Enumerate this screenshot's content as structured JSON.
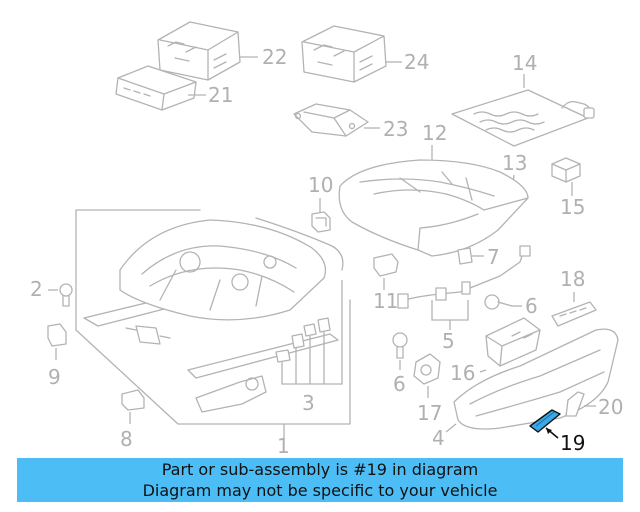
{
  "callouts": {
    "c1": "1",
    "c2": "2",
    "c3": "3",
    "c4": "4",
    "c5": "5",
    "c6a": "6",
    "c6b": "6",
    "c7": "7",
    "c8": "8",
    "c9": "9",
    "c10": "10",
    "c11": "11",
    "c12": "12",
    "c13": "13",
    "c14": "14",
    "c15": "15",
    "c16": "16",
    "c17": "17",
    "c18": "18",
    "c19": "19",
    "c20": "20",
    "c21": "21",
    "c22": "22",
    "c23": "23",
    "c24": "24"
  },
  "highlighted_part": "19",
  "colors": {
    "banner": "#4dbdf5",
    "highlight_part": "#3aa7e6",
    "part_line": "#b3b3b3"
  },
  "banner": {
    "line1": "Part or sub-assembly is #19 in diagram",
    "line2": "Diagram may not be specific to your vehicle"
  }
}
